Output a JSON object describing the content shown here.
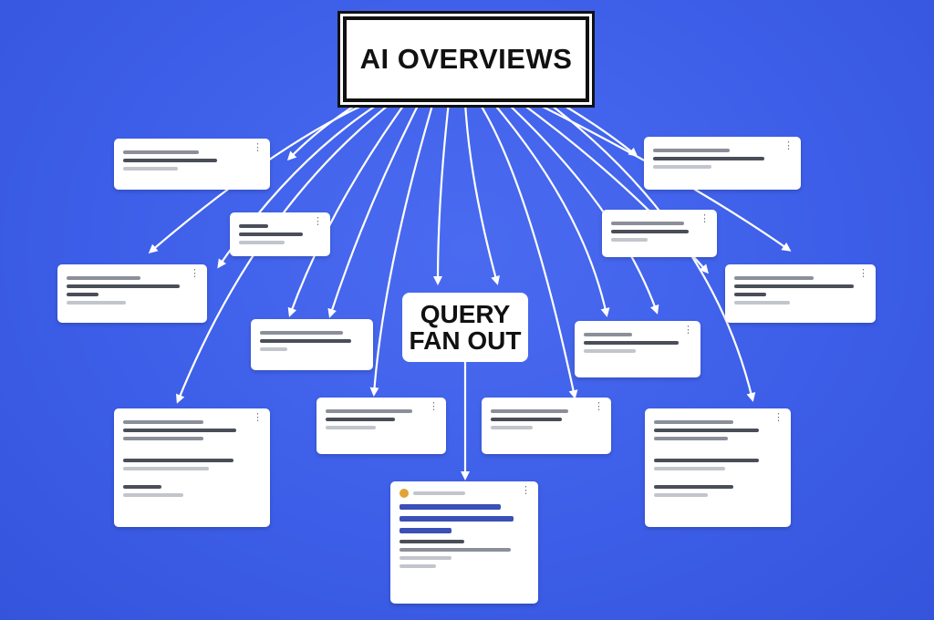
{
  "title": "AI OVERVIEWS",
  "center_label": {
    "line1": "QUERY",
    "line2": "FAN OUT"
  },
  "colors": {
    "background": "#3d5ee8",
    "arrow": "#ffffff",
    "title_border": "#111111",
    "card_text": "#4a4e59"
  },
  "cards": [
    {
      "id": "card-1"
    },
    {
      "id": "card-2"
    },
    {
      "id": "card-3"
    },
    {
      "id": "card-4"
    },
    {
      "id": "card-5"
    },
    {
      "id": "card-6"
    },
    {
      "id": "card-7"
    },
    {
      "id": "card-8"
    },
    {
      "id": "card-9"
    },
    {
      "id": "card-10"
    },
    {
      "id": "card-11"
    },
    {
      "id": "card-12"
    },
    {
      "id": "card-13"
    },
    {
      "id": "card-14"
    },
    {
      "id": "card-15"
    }
  ]
}
